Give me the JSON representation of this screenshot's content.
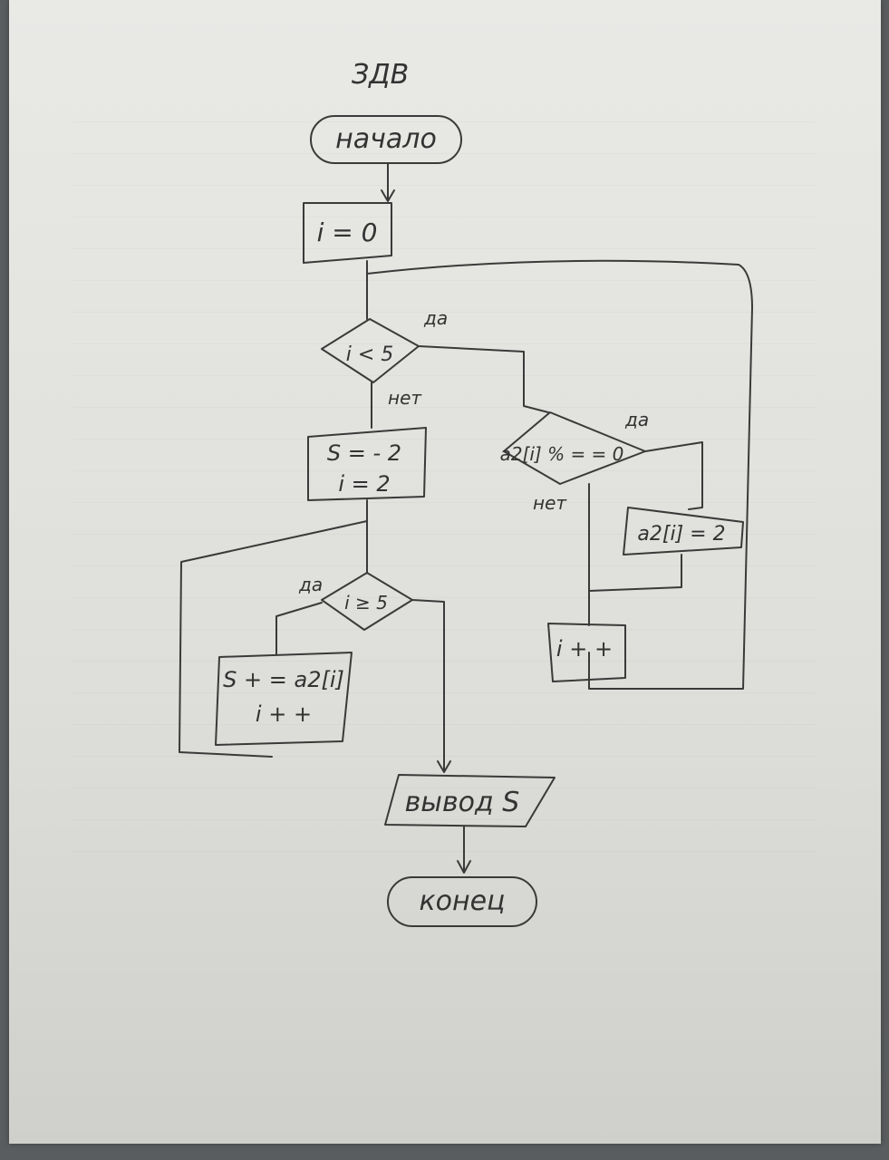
{
  "header": {
    "label": "ЗДВ"
  },
  "flowchart": {
    "start": "начало",
    "init": "i = 0",
    "cond_loop": "i < 5",
    "cond_mod": "a2[i] % = = 0",
    "assign_mod": "a2[i] = 2",
    "incr_top": "i + +",
    "init_s": "S = - 2",
    "init_i": "i = 2",
    "cond_sum": "i ≥ 5",
    "sum_line1": "S + = a2[i]",
    "sum_line2": "i + +",
    "output": "вывод S",
    "end": "конец"
  },
  "labels": {
    "yes_loop": "да",
    "no_loop": "нет",
    "yes_mod": "да",
    "no_mod": "нет",
    "yes_sum": "да"
  }
}
